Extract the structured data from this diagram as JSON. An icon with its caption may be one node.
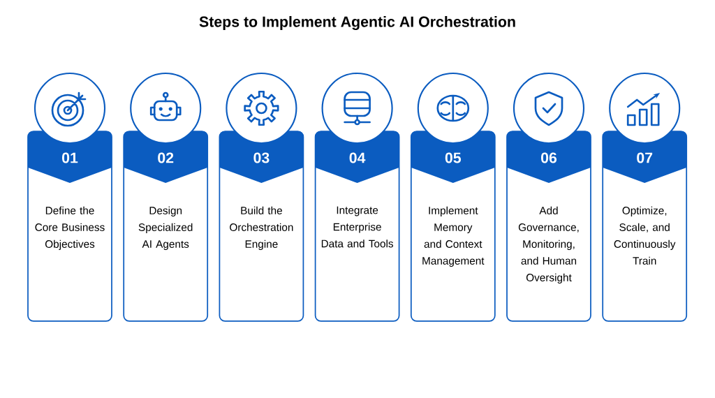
{
  "diagram": {
    "title": "Steps to Implement Agentic AI Orchestration",
    "nodes": [
      {
        "text": [
          "01",
          "Define the Core Business Objectives"
        ]
      },
      {
        "text": [
          "02",
          "Design Specialized AI Agents"
        ]
      },
      {
        "text": [
          "03",
          "Build the Orchestration Engine"
        ]
      },
      {
        "text": [
          "04",
          "Integrate Enterprise Data and Tools"
        ]
      },
      {
        "text": [
          "05",
          "Implement Memory and Context Management"
        ]
      },
      {
        "text": [
          "06",
          "Add Governance, Monitoring, and Human Oversight"
        ]
      },
      {
        "text": [
          "07",
          "Optimize, Scale, and Continuously Train"
        ]
      }
    ]
  }
}
